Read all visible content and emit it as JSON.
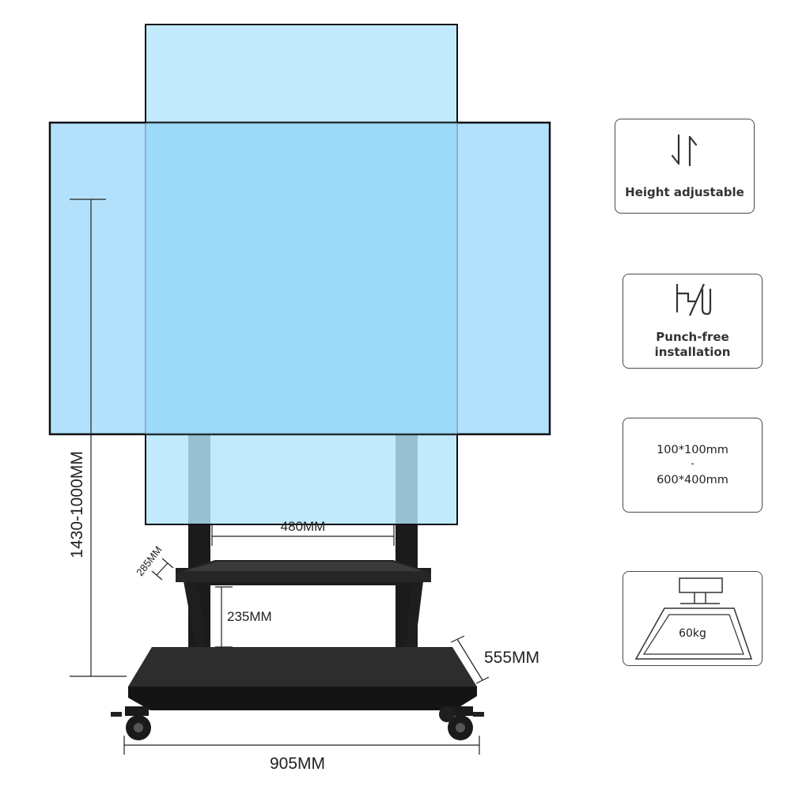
{
  "diagram": {
    "dimensions": {
      "height_range": "1430-1000MM",
      "post_spacing": "480MM",
      "shelf_depth": "285MM",
      "shelf_gap": "235MM",
      "base_depth": "555MM",
      "base_width": "905MM"
    },
    "colors": {
      "screen_landscape": "#9dd8fa",
      "screen_portrait": "#b3e5fc",
      "stand_black": "#1b1b1b",
      "outline": "#111111"
    }
  },
  "features": [
    {
      "icon": "height-adjust-arrows-icon",
      "label": "Height adjustable"
    },
    {
      "icon": "punch-free-install-icon",
      "label_line1": "Punch-free",
      "label_line2": "installation"
    },
    {
      "icon": "",
      "vesa_min": "100*100mm",
      "separator": "-",
      "vesa_max": "600*400mm"
    },
    {
      "icon": "weight-load-icon",
      "load": "60kg"
    }
  ]
}
